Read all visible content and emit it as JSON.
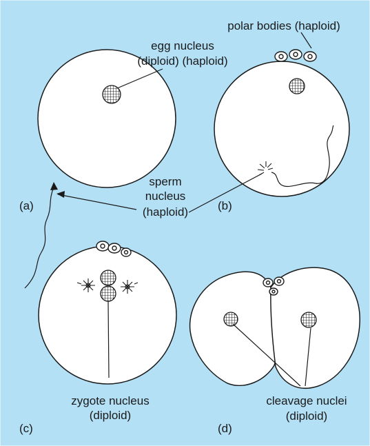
{
  "figure": {
    "background": "#b3e0f5",
    "panels": {
      "a": "(a)",
      "b": "(b)",
      "c": "(c)",
      "d": "(d)"
    },
    "labels": {
      "polar_bodies": "polar bodies (haploid)",
      "egg_nucleus_line1": "egg nucleus",
      "egg_nucleus_line2": "(diploid) (haploid)",
      "sperm_line1": "sperm",
      "sperm_line2": "nucleus",
      "sperm_line3": "(haploid)",
      "zygote_line1": "zygote nucleus",
      "zygote_line2": "(diploid)",
      "cleavage_line1": "cleavage nuclei",
      "cleavage_line2": "(diploid)"
    }
  }
}
